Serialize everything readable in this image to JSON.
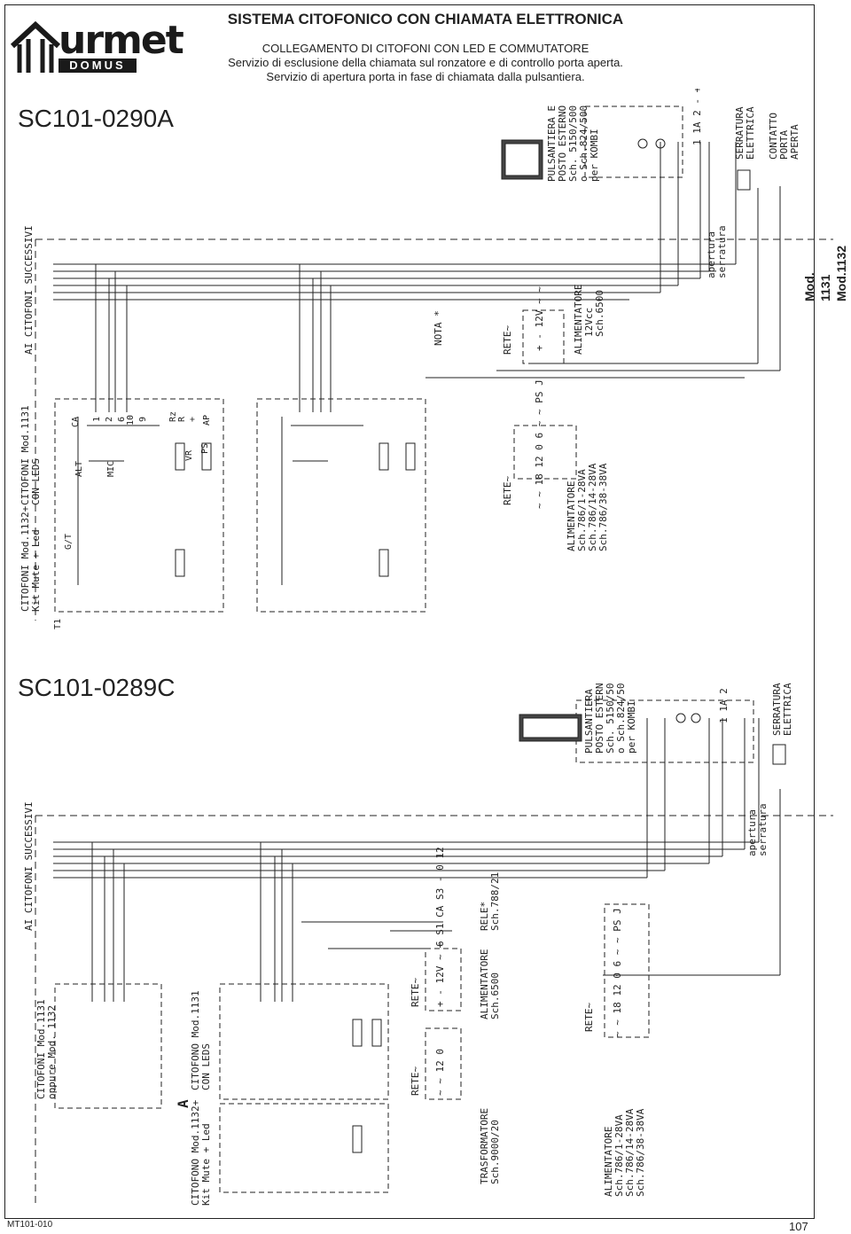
{
  "header": {
    "brand": "urmet",
    "brand_sub": "DOMUS",
    "title": "SISTEMA CITOFONICO CON CHIAMATA ELETTRONICA",
    "subtitle1": "COLLEGAMENTO DI CITOFONI CON LED E COMMUTATORE",
    "subtitle2": "Servizio di esclusione della chiamata sul ronzatore e di controllo porta aperta.",
    "subtitle3": "Servizio di apertura porta in fase di chiamata dalla pulsantiera."
  },
  "diagram1": {
    "code": "SC101-0290A",
    "ai_citofoni": "AI CITOFONI SUCCESSIVI",
    "nota": "NOTA *",
    "citofoni_kit_1": "CITOFONI Mod.1132+",
    "citofoni_kit_2": "Kit Mute + Led",
    "citofoni_led_1": "CITOFONI Mod.1131",
    "citofoni_led_2": "CON LEDS",
    "alim1": [
      "ALIMENTATORE",
      "Sch.786/1-28VA",
      "Sch.786/14-28VA",
      "Sch.786/38-38VA"
    ],
    "alim2": [
      "ALIMENTATORE",
      "12Vcc",
      "Sch.6500"
    ],
    "pulsantiera": [
      "PULSANTIERA E",
      "POSTO ESTERNO",
      "Sch. 5150/500",
      "o Sch.824/500",
      "per KOMBI"
    ],
    "serratura": [
      "SERRATURA",
      "ELETTRICA"
    ],
    "contatto": [
      "CONTATTO",
      "PORTA",
      "APERTA"
    ],
    "apertura": [
      "apertura",
      "serratura"
    ],
    "rete": "RETE~",
    "terminals_alim1": "~ ~ 18 12 0 6 ~ ~ PS J",
    "terminals_alim2": "+ - 12V ~ ~",
    "terminals_posto": "1 1A 2 - +",
    "intercom_terms": [
      "CA",
      "1",
      "2",
      "6",
      "10",
      "9",
      "Rz",
      "R",
      "+",
      "AP",
      "ALT",
      "MIC",
      "T1",
      "G/T",
      "VR",
      "PS"
    ]
  },
  "diagram2": {
    "code": "SC101-0289C",
    "ai_citofoni": "AI CITOFONI SUCCESSIVI",
    "citofoni_a_1": "CITOFONI Mod.1131",
    "citofoni_a_2": "oppure Mod. 1132",
    "citofono_led_1": "CITOFONO Mod.1131",
    "citofono_led_2": "CON LEDS",
    "citofono_kit_1": "CITOFONO Mod.1132+",
    "citofono_kit_2": "Kit Mute + Led",
    "marker_a": "A",
    "trasformatore": [
      "TRASFORMATORE",
      "Sch.9000/20"
    ],
    "alim_6500": [
      "ALIMENTATORE",
      "Sch.6500"
    ],
    "rele": [
      "RELE*",
      "Sch.788/21"
    ],
    "rele_terms": "6 S1 CA S3 - 0 12",
    "alim_786": [
      "ALIMENTATORE",
      "Sch.786/1-28VA",
      "Sch.786/14-28VA",
      "Sch.786/38-38VA"
    ],
    "pulsantiera": [
      "PULSANTIERA E",
      "POSTO ESTERNO",
      "Sch. 5150/500",
      "o Sch.824/500",
      "per KOMBI"
    ],
    "serratura": [
      "SERRATURA",
      "ELETTRICA"
    ],
    "apertura": [
      "apertura",
      "serratura"
    ],
    "rete": "RETE~",
    "terminals_trasf": "~ ~ 12 0",
    "terminals_alim": "+ - 12V ~ ~",
    "terminals_786": "~ ~ 18 12 0 6 ~ ~ PS J",
    "terminals_posto": "1 1A 2 - +"
  },
  "side": {
    "mod1": "Mod. 1131",
    "mod2": "Mod.1132"
  },
  "footer": {
    "doc_code": "MT101-010",
    "page": "107"
  }
}
